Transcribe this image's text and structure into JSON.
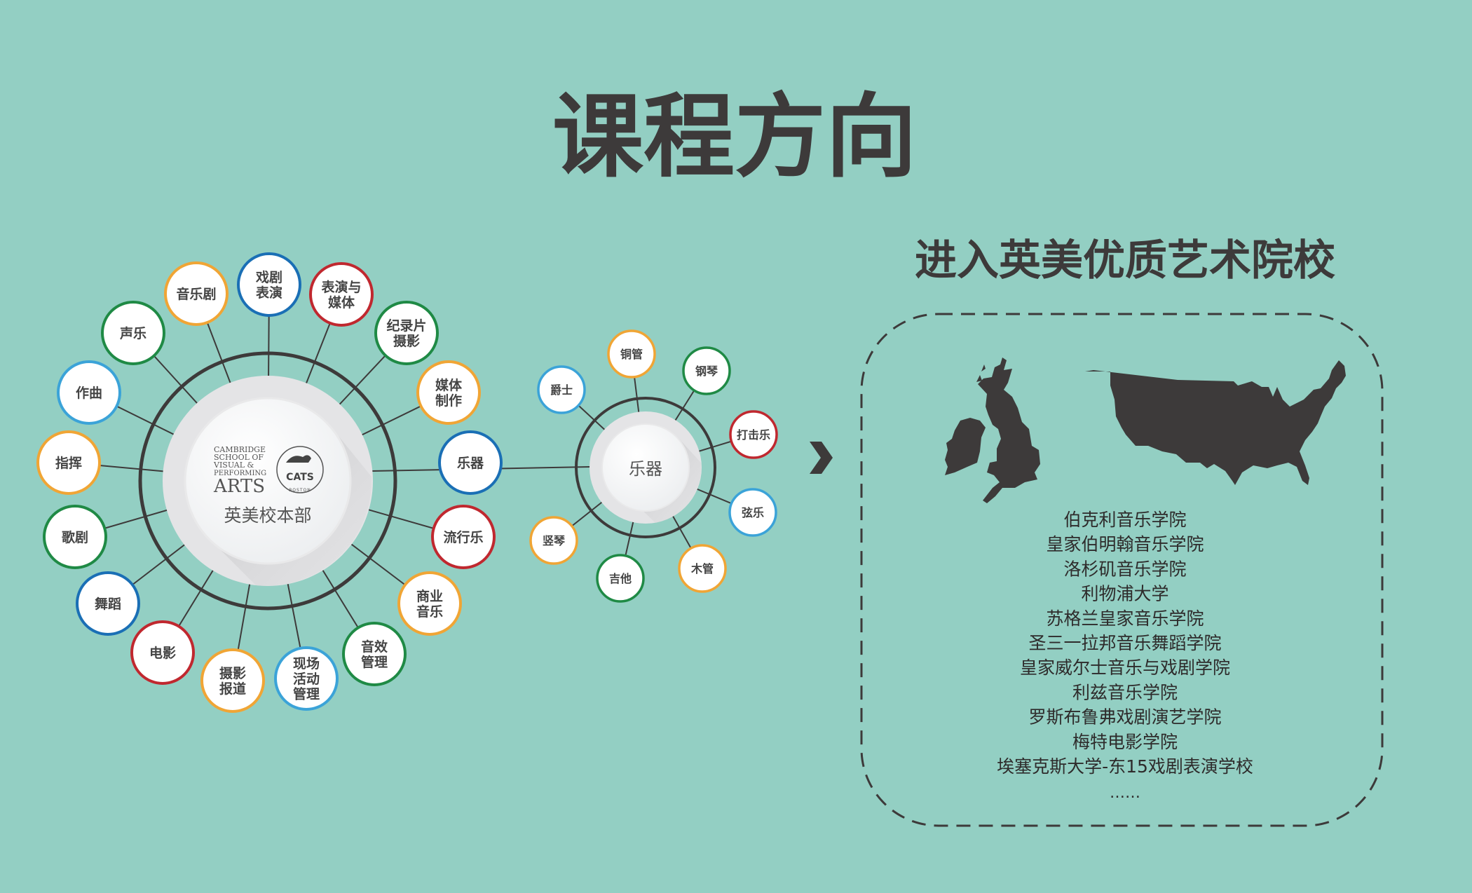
{
  "title": "课程方向",
  "subtitle": "进入英美优质艺术院校",
  "colors": {
    "background": "#93cfc3",
    "dark": "#3d3a3a",
    "orange": "#f0a535",
    "blue": "#1a6fb5",
    "red": "#c0282f",
    "green": "#1f8a45",
    "lightblue": "#3ba3d8"
  },
  "main_hub": {
    "label": "英美校本部",
    "logo_lines": [
      "CAMBRIDGE",
      "SCHOOL OF",
      "VISUAL &",
      "PERFORMING",
      "ARTS"
    ],
    "badge_text": "CATS",
    "badge_sub": "BOSTON",
    "satellites": [
      {
        "lines": [
          "音乐剧"
        ],
        "color": "orange"
      },
      {
        "lines": [
          "戏剧",
          "表演"
        ],
        "color": "blue"
      },
      {
        "lines": [
          "表演与",
          "媒体"
        ],
        "color": "red"
      },
      {
        "lines": [
          "纪录片",
          "摄影"
        ],
        "color": "green"
      },
      {
        "lines": [
          "媒体",
          "制作"
        ],
        "color": "orange"
      },
      {
        "lines": [
          "乐器"
        ],
        "color": "blue"
      },
      {
        "lines": [
          "流行乐"
        ],
        "color": "red"
      },
      {
        "lines": [
          "商业",
          "音乐"
        ],
        "color": "orange"
      },
      {
        "lines": [
          "音效",
          "管理"
        ],
        "color": "green"
      },
      {
        "lines": [
          "现场",
          "活动",
          "管理"
        ],
        "color": "lightblue"
      },
      {
        "lines": [
          "摄影",
          "报道"
        ],
        "color": "orange"
      },
      {
        "lines": [
          "电影"
        ],
        "color": "red"
      },
      {
        "lines": [
          "舞蹈"
        ],
        "color": "blue"
      },
      {
        "lines": [
          "歌剧"
        ],
        "color": "green"
      },
      {
        "lines": [
          "指挥"
        ],
        "color": "orange"
      },
      {
        "lines": [
          "作曲"
        ],
        "color": "lightblue"
      },
      {
        "lines": [
          "声乐"
        ],
        "color": "green"
      }
    ]
  },
  "instrument_hub": {
    "label": "乐器",
    "satellites": [
      {
        "lines": [
          "铜管"
        ],
        "color": "orange"
      },
      {
        "lines": [
          "钢琴"
        ],
        "color": "green"
      },
      {
        "lines": [
          "打击乐"
        ],
        "color": "red"
      },
      {
        "lines": [
          "弦乐"
        ],
        "color": "lightblue"
      },
      {
        "lines": [
          "木管"
        ],
        "color": "orange"
      },
      {
        "lines": [
          "吉他"
        ],
        "color": "green"
      },
      {
        "lines": [
          "竖琴"
        ],
        "color": "orange"
      },
      {
        "lines": [
          "爵士"
        ],
        "color": "lightblue"
      }
    ]
  },
  "schools": [
    "伯克利音乐学院",
    "皇家伯明翰音乐学院",
    "洛杉矶音乐学院",
    "利物浦大学",
    "苏格兰皇家音乐学院",
    "圣三一拉邦音乐舞蹈学院",
    "皇家威尔士音乐与戏剧学院",
    "利兹音乐学院",
    "罗斯布鲁弗戏剧演艺学院",
    "梅特电影学院",
    "埃塞克斯大学-东15戏剧表演学校"
  ],
  "schools_more": "……"
}
